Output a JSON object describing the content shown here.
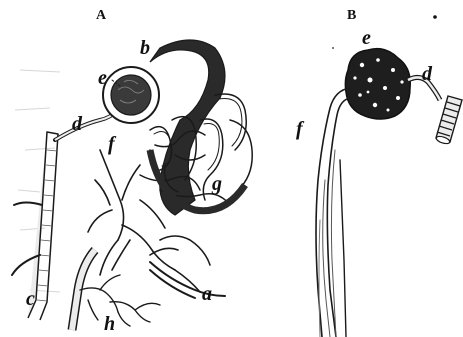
{
  "panels": [
    {
      "id": "A",
      "title": "A"
    },
    {
      "id": "B",
      "title": "B"
    }
  ],
  "labels_a": {
    "b": "b",
    "e": "e",
    "d": "d",
    "f": "f",
    "g": "g",
    "c": "c",
    "h": "h",
    "a": "a"
  },
  "labels_b": {
    "e": "e",
    "d": "d",
    "f": "f"
  },
  "colors": {
    "ink": "#1a1a1a",
    "paper": "#ffffff",
    "vessel_fill": "#ededed",
    "dark_fill": "#2a2a2a"
  }
}
